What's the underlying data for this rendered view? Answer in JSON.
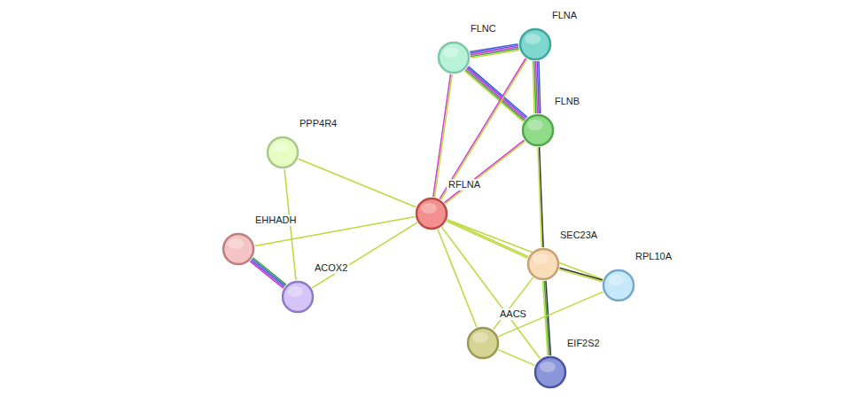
{
  "diagram": {
    "nodes": [
      {
        "text": [
          "FLNC"
        ]
      },
      {
        "text": [
          "FLNA"
        ]
      },
      {
        "text": [
          "FLNB"
        ]
      },
      {
        "text": [
          "PPP4R4"
        ]
      },
      {
        "text": [
          "RFLNA"
        ]
      },
      {
        "text": [
          "EHHADH"
        ]
      },
      {
        "text": [
          "SEC23A"
        ]
      },
      {
        "text": [
          "RPL10A"
        ]
      },
      {
        "text": [
          "ACOX2"
        ]
      },
      {
        "text": [
          "AACS"
        ]
      },
      {
        "text": [
          "EIF2S2"
        ]
      }
    ],
    "edges": [
      {
        "from": 0,
        "to": 1,
        "arrow": "none"
      },
      {
        "from": 0,
        "to": 2,
        "arrow": "none"
      },
      {
        "from": 1,
        "to": 2,
        "arrow": "none"
      },
      {
        "from": 4,
        "to": 0,
        "arrow": "none"
      },
      {
        "from": 4,
        "to": 1,
        "arrow": "none"
      },
      {
        "from": 4,
        "to": 2,
        "arrow": "none"
      },
      {
        "from": 4,
        "to": 3,
        "arrow": "none"
      },
      {
        "from": 4,
        "to": 5,
        "arrow": "none"
      },
      {
        "from": 4,
        "to": 8,
        "arrow": "none"
      },
      {
        "from": 4,
        "to": 6,
        "arrow": "none"
      },
      {
        "from": 4,
        "to": 7,
        "arrow": "none"
      },
      {
        "from": 4,
        "to": 9,
        "arrow": "none"
      },
      {
        "from": 4,
        "to": 10,
        "arrow": "none"
      },
      {
        "from": 3,
        "to": 8,
        "arrow": "none"
      },
      {
        "from": 5,
        "to": 8,
        "arrow": "none"
      },
      {
        "from": 2,
        "to": 6,
        "arrow": "none"
      },
      {
        "from": 6,
        "to": 7,
        "arrow": "none"
      },
      {
        "from": 6,
        "to": 10,
        "arrow": "none"
      },
      {
        "from": 6,
        "to": 9,
        "arrow": "none"
      },
      {
        "from": 9,
        "to": 10,
        "arrow": "none"
      },
      {
        "from": 9,
        "to": 7,
        "arrow": "none"
      }
    ]
  }
}
